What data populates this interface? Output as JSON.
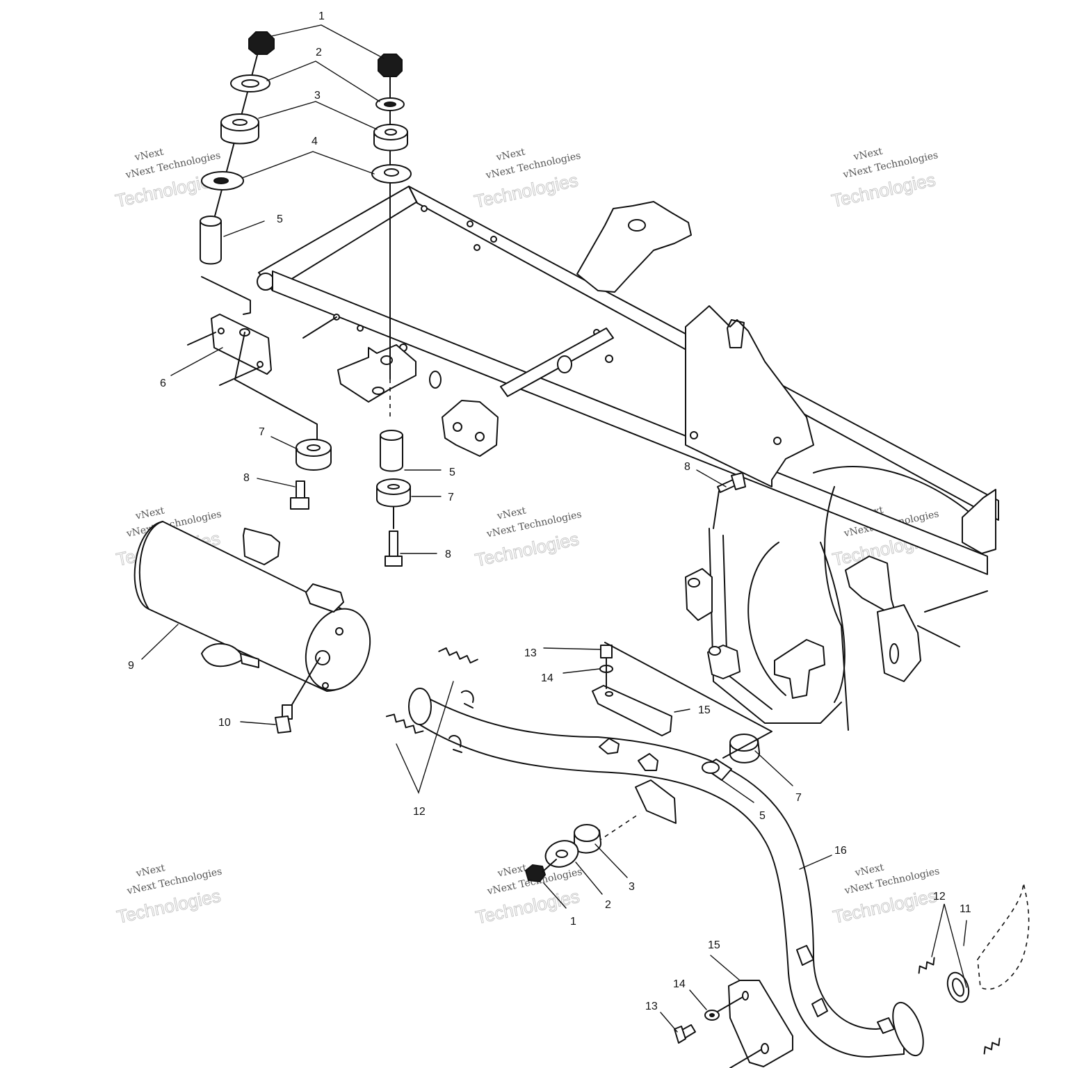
{
  "watermark": {
    "line_top": "vNext",
    "line_mid": "vNext Technologies",
    "line_big": "Technologies"
  },
  "callouts": {
    "c1a": "1",
    "c2a": "2",
    "c3a": "3",
    "c4a": "4",
    "c5a": "5",
    "c6": "6",
    "c7a": "7",
    "c8a": "8",
    "c5b": "5",
    "c7b": "7",
    "c8b": "8",
    "c8c": "8",
    "c9": "9",
    "c10": "10",
    "c13a": "13",
    "c14a": "14",
    "c15a": "15",
    "c12a": "12",
    "c7c": "7",
    "c5c": "5",
    "c16": "16",
    "c3b": "3",
    "c2b": "2",
    "c1b": "1",
    "c12b": "12",
    "c11": "11",
    "c15b": "15",
    "c14b": "14",
    "c13b": "13"
  }
}
